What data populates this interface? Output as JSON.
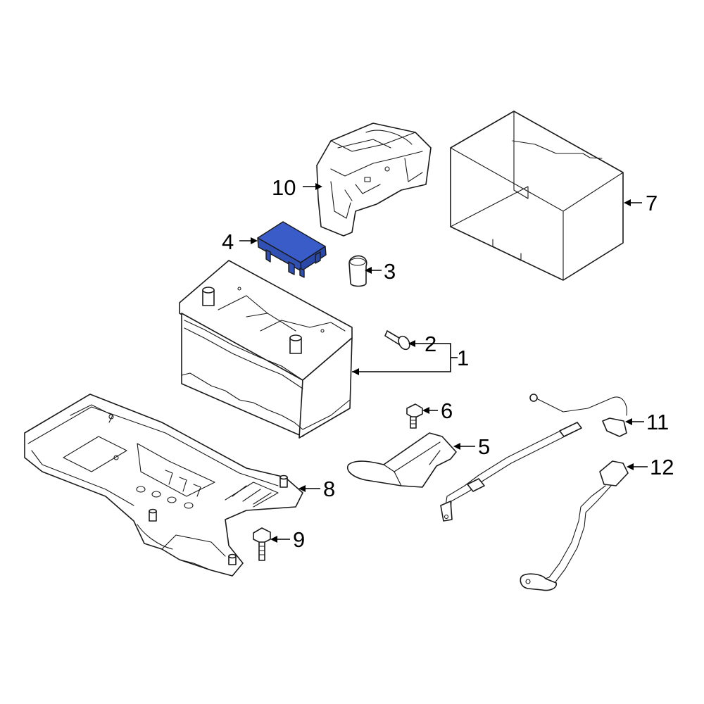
{
  "callouts": {
    "c1": "1",
    "c2": "2",
    "c3": "3",
    "c4": "4",
    "c5": "5",
    "c6": "6",
    "c7": "7",
    "c8": "8",
    "c9": "9",
    "c10": "10",
    "c11": "11",
    "c12": "12"
  },
  "highlight": {
    "part": "4",
    "color": "#3a5cc8"
  },
  "colors": {
    "line": "#1a1a1a",
    "background": "#ffffff"
  }
}
